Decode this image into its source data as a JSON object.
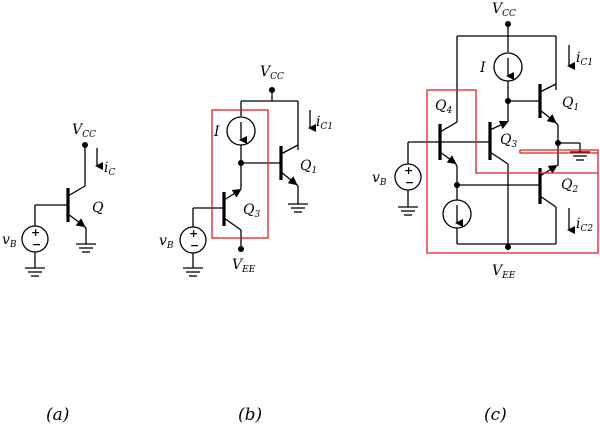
{
  "figure_a": {
    "supply": {
      "main": "V",
      "sub": "CC"
    },
    "current": {
      "main": "i",
      "sub": "C"
    },
    "transistor": "Q",
    "source": {
      "main": "v",
      "sub": "B"
    },
    "caption": "(a)"
  },
  "figure_b": {
    "supply": {
      "main": "V",
      "sub": "CC"
    },
    "current": {
      "main": "i",
      "sub": "C1"
    },
    "current_source": "I",
    "q1": {
      "main": "Q",
      "sub": "1"
    },
    "q3": {
      "main": "Q",
      "sub": "3"
    },
    "source": {
      "main": "v",
      "sub": "B"
    },
    "neg_supply": {
      "main": "V",
      "sub": "EE"
    },
    "caption": "(b)"
  },
  "figure_c": {
    "supply": {
      "main": "V",
      "sub": "CC"
    },
    "current_top": {
      "main": "i",
      "sub": "C1"
    },
    "current_source": "I",
    "q1": {
      "main": "Q",
      "sub": "1"
    },
    "q2": {
      "main": "Q",
      "sub": "2"
    },
    "q3": {
      "main": "Q",
      "sub": "3"
    },
    "q4": {
      "main": "Q",
      "sub": "4"
    },
    "source": {
      "main": "v",
      "sub": "B"
    },
    "current_bottom": {
      "main": "i",
      "sub": "C2"
    },
    "neg_supply": {
      "main": "V",
      "sub": "EE"
    },
    "caption": "(c)"
  },
  "colors": {
    "wire": "#000000",
    "highlight": "#e31c23"
  }
}
